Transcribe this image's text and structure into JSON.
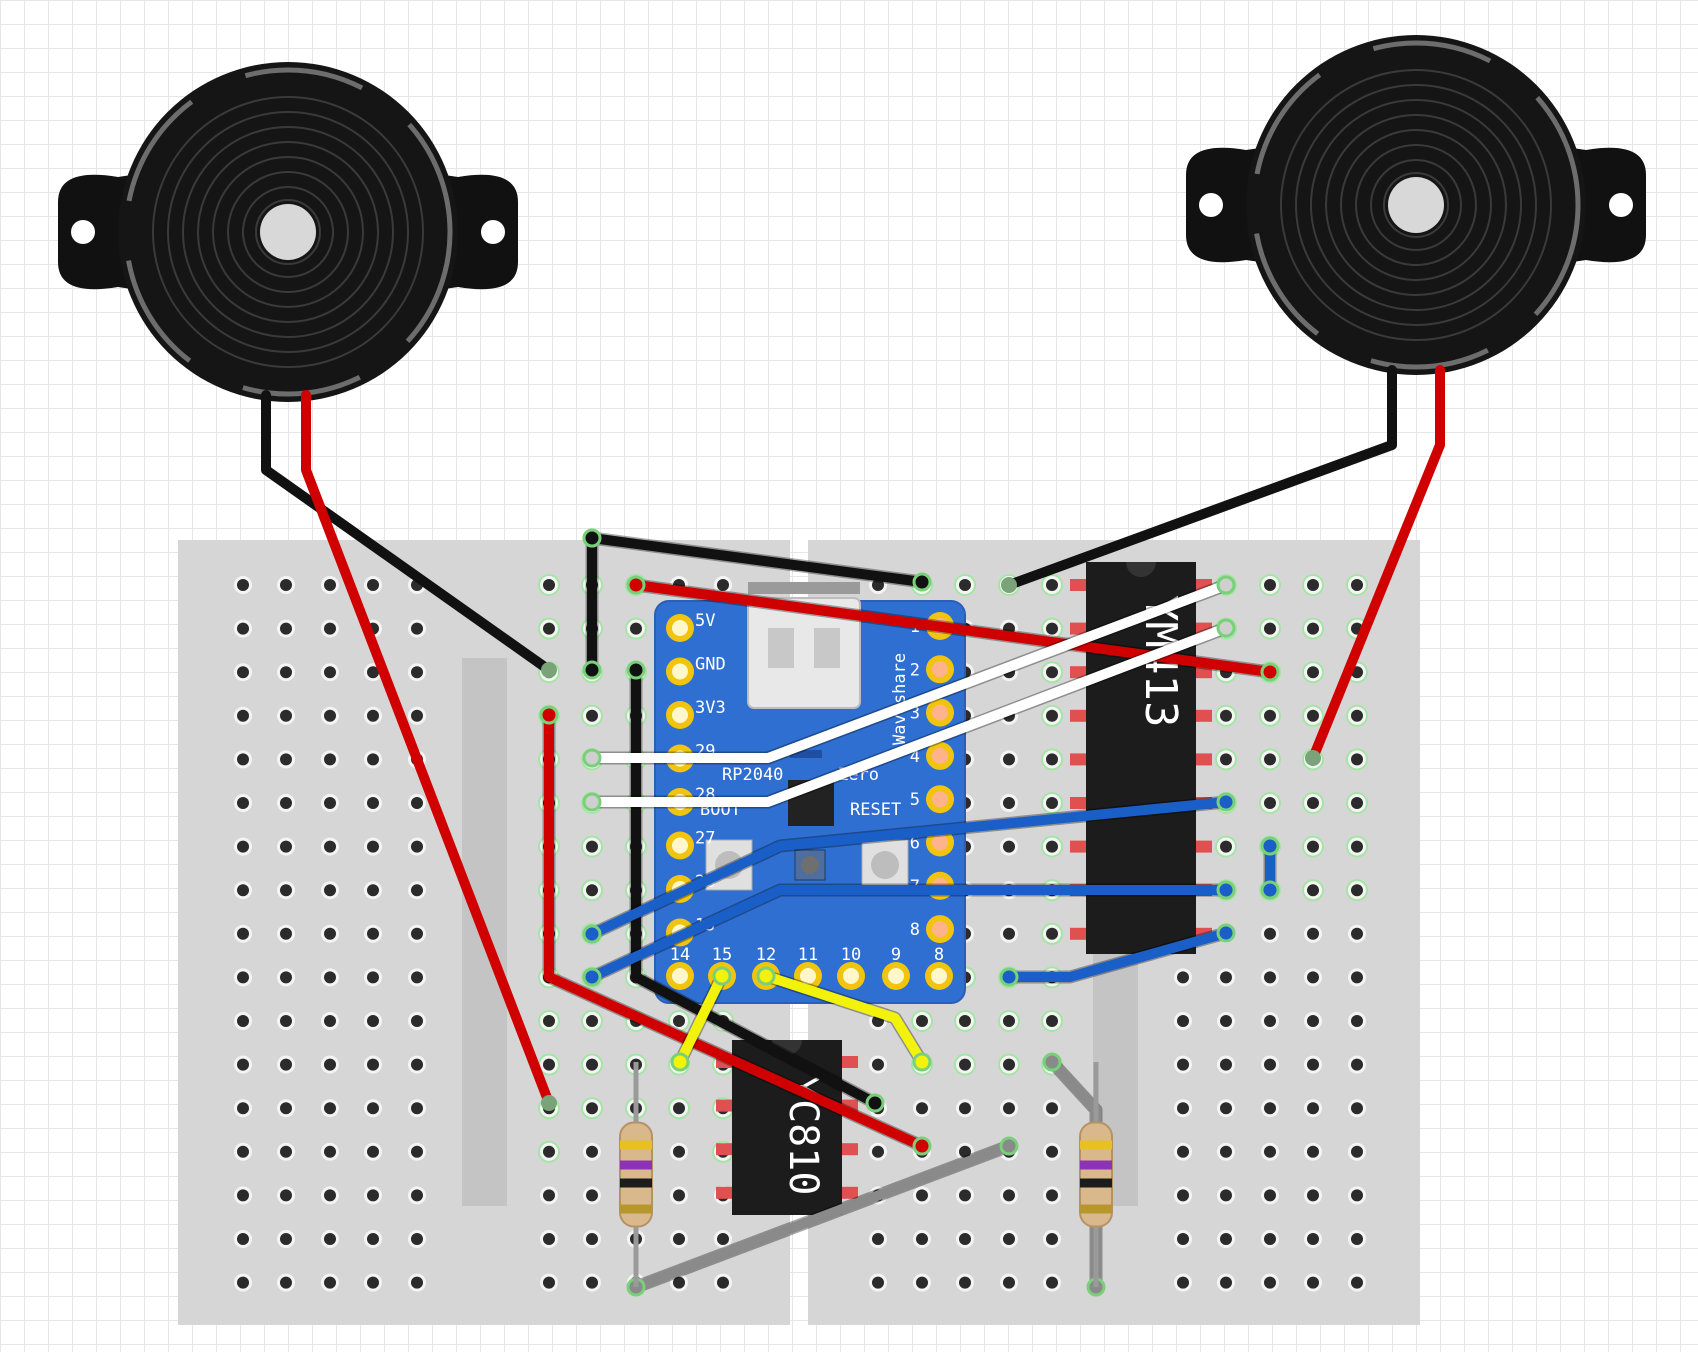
{
  "board": {
    "pins_left": [
      "5V",
      "GND",
      "3V3",
      "29",
      "28",
      "27",
      "26",
      "15"
    ],
    "pins_right": [
      "1",
      "2",
      "3",
      "4",
      "5",
      "6",
      "7",
      "8"
    ],
    "pins_bottom": [
      "14",
      "15",
      "12",
      "11",
      "10",
      "9",
      "8"
    ],
    "name": "RP2040",
    "zero_label": "Zero",
    "maker_label": "Waveshare",
    "reset_label": "RESET",
    "boot_label": "BOOT"
  },
  "chip_right": {
    "label": "YM413"
  },
  "chip_bottom": {
    "label": "YC810"
  },
  "colors": {
    "red_wire": "#d10000",
    "black_wire": "#111111",
    "blue_wire": "#1a5fc7",
    "white_wire": "#ffffff",
    "yellow_wire": "#f2f20a",
    "gray_wire": "#8a8a8a",
    "board_blue": "#2f6fd1",
    "breadboard": "#d9d9d9",
    "highlight_green": "#7be07b"
  },
  "icons": [
    "piezo-buzzer-icon",
    "resistor-icon",
    "microcontroller-icon",
    "ic-chip-icon"
  ]
}
